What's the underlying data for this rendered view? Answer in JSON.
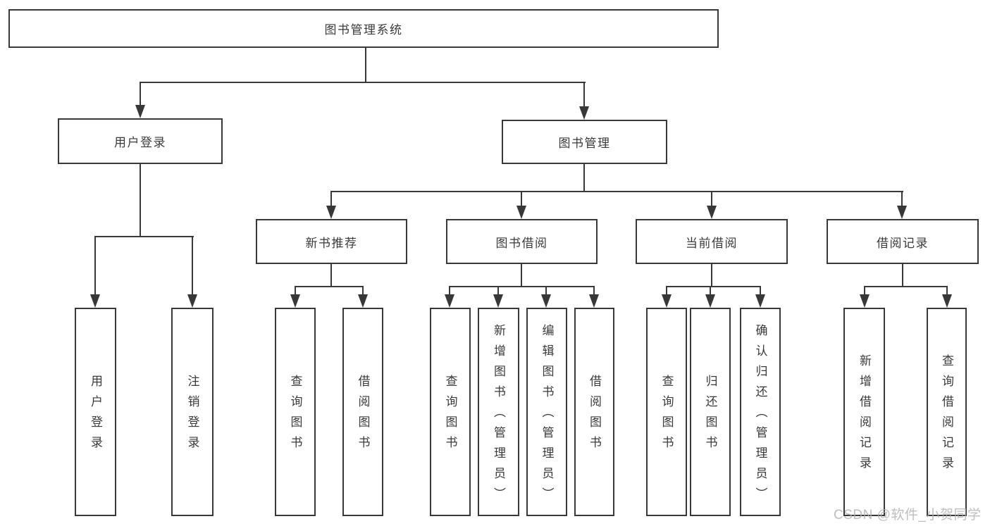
{
  "tree": {
    "root": {
      "label": "图书管理系统",
      "children": [
        {
          "label": "用户登录",
          "children": [
            {
              "label": "用户登录"
            },
            {
              "label": "注销登录"
            }
          ]
        },
        {
          "label": "图书管理",
          "children": [
            {
              "label": "新书推荐",
              "children": [
                {
                  "label": "查询图书"
                },
                {
                  "label": "借阅图书"
                }
              ]
            },
            {
              "label": "图书借阅",
              "children": [
                {
                  "label": "查询图书"
                },
                {
                  "label": "新增图书（管理员）"
                },
                {
                  "label": "编辑图书（管理员）"
                },
                {
                  "label": "借阅图书"
                }
              ]
            },
            {
              "label": "当前借阅",
              "children": [
                {
                  "label": "查询图书"
                },
                {
                  "label": "归还图书"
                },
                {
                  "label": "确认归还（管理员）"
                }
              ]
            },
            {
              "label": "借阅记录",
              "children": [
                {
                  "label": "新增借阅记录"
                },
                {
                  "label": "查询借阅记录"
                }
              ]
            }
          ]
        }
      ]
    }
  },
  "watermark": {
    "text": "CSDN @软件_小贺同学"
  },
  "colors": {
    "line": "#383838",
    "text": "#3a3a3a",
    "background": "#ffffff",
    "watermark": "#b2acac"
  }
}
